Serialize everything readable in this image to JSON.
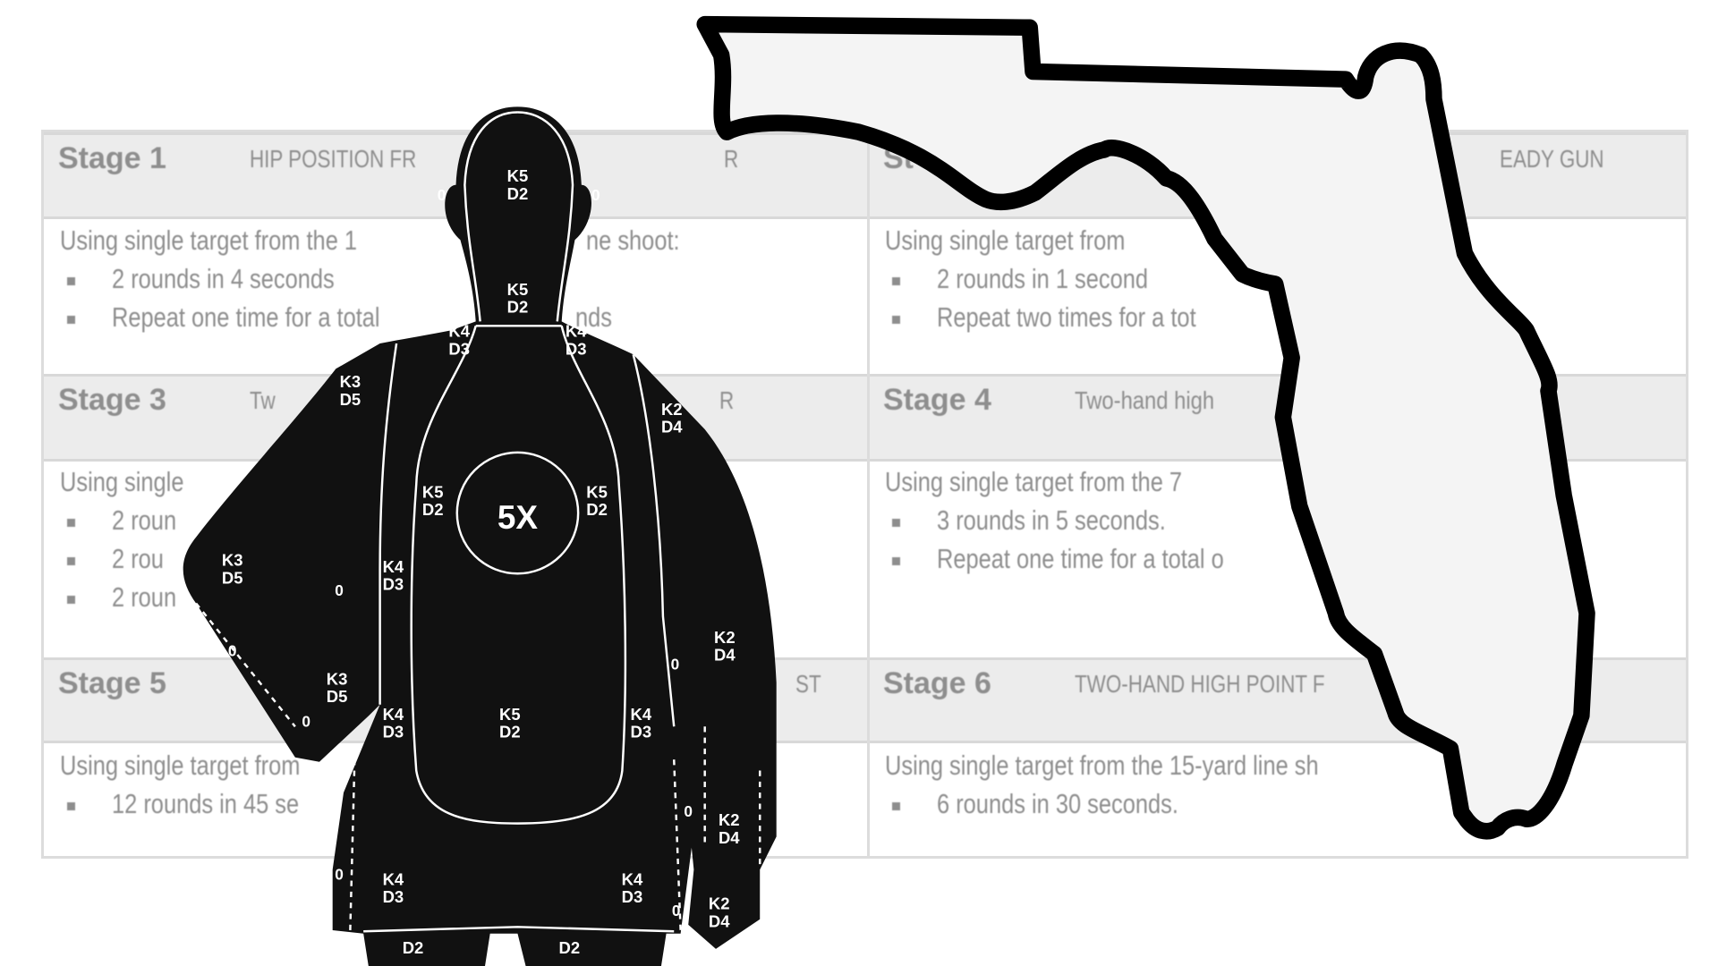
{
  "table": {
    "stage1": {
      "title": "Stage 1",
      "subtitle_left": "HIP POSITION FR",
      "subtitle_right": "R",
      "lines": [
        "Using single target from the 1",
        "2 rounds in 4 seconds",
        "Repeat one time for a total"
      ],
      "right_fragments": [
        "ne shoot:",
        "nds"
      ]
    },
    "stage2": {
      "title": "St",
      "subtitle_right": "EADY GUN",
      "lines": [
        "Using single target from",
        "2 rounds in 1 second",
        "Repeat two times for a tot"
      ]
    },
    "stage3": {
      "title": "Stage 3",
      "subtitle_left": "Tw",
      "subtitle_right": "R",
      "lines": [
        "Using single",
        "2 roun",
        "2 rou",
        "2 roun"
      ]
    },
    "stage4": {
      "title": "Stage 4",
      "subtitle_left": "Two-hand high",
      "lines": [
        "Using single target from the 7",
        "3 rounds in 5 seconds.",
        "Repeat one time for a total o"
      ]
    },
    "stage5": {
      "title": "Stage 5",
      "subtitle_right": "ST",
      "lines": [
        "Using single target from",
        "12 rounds in 45 se"
      ]
    },
    "stage6": {
      "title": "Stage 6",
      "subtitle_left": "TWO-HAND HIGH POINT F",
      "lines": [
        "Using single target from the 15-yard line sh",
        "6 rounds in 30 seconds."
      ]
    }
  },
  "target": {
    "center_label": "5X",
    "zones": [
      {
        "k": "K5",
        "d": "D2"
      },
      {
        "k": "K5",
        "d": "D2"
      },
      {
        "k": "K4",
        "d": "D3"
      },
      {
        "k": "K4",
        "d": "D3"
      },
      {
        "k": "K3",
        "d": "D5"
      },
      {
        "k": "K2",
        "d": "D4"
      },
      {
        "k": "K5",
        "d": "D2"
      },
      {
        "k": "K5",
        "d": "D2"
      },
      {
        "k": "K3",
        "d": "D5"
      },
      {
        "k": "K4",
        "d": "D3"
      },
      {
        "k": "K2",
        "d": "D4"
      },
      {
        "k": "K3",
        "d": "D5"
      },
      {
        "k": "K4",
        "d": "D3"
      },
      {
        "k": "K5",
        "d": "D2"
      },
      {
        "k": "K4",
        "d": "D3"
      },
      {
        "k": "K2",
        "d": "D4"
      },
      {
        "k": "K4",
        "d": "D3"
      },
      {
        "k": "K4",
        "d": "D3"
      },
      {
        "k": "K2",
        "d": "D4"
      }
    ],
    "leg_labels": [
      "D2",
      "D2"
    ],
    "zero_label": "0"
  },
  "colors": {
    "text": "#8e8e8e",
    "header_bg": "#ececec",
    "border": "#dcdcdc",
    "silhouette": "#111111",
    "state_fill": "#f4f4f4",
    "state_outline": "#000000"
  }
}
